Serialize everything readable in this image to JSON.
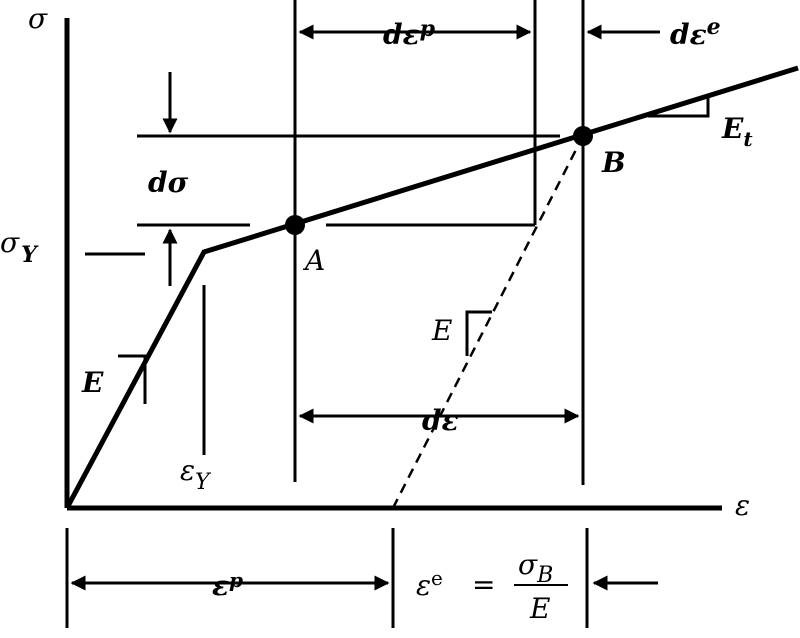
{
  "diagram": {
    "axes": {
      "y_label": "σ",
      "x_label": "ε"
    },
    "labels": {
      "sigma_y_main": "σ",
      "sigma_y_sub": "Y",
      "d_sigma": "dσ",
      "d_eps_p_main": "dε",
      "d_eps_p_sup": "p",
      "d_eps_e_main": "dε",
      "d_eps_e_sup": "e",
      "e_t_main": "E",
      "e_t_sub": "t",
      "point_a": "A",
      "point_b": "B",
      "modulus_e_left": "E",
      "modulus_e_right": "E",
      "eps_y_main": "ε",
      "eps_y_sub": "Y",
      "d_eps": "dε",
      "eps_p_main": "ε",
      "eps_p_sup": "p",
      "eps_e_main": "ε",
      "eps_e_sup": "e",
      "equals": "=",
      "frac_num_main": "σ",
      "frac_num_sub": "B",
      "frac_den": "E"
    }
  }
}
